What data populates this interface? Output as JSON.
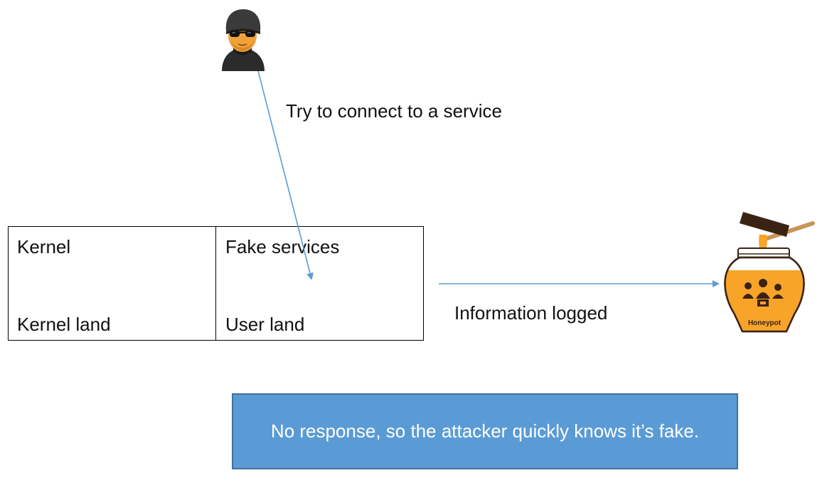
{
  "diagram": {
    "attack_label": "Try to connect to a service",
    "kernel_box": {
      "title": "Kernel",
      "subtitle": "Kernel land"
    },
    "user_box": {
      "title": "Fake services",
      "subtitle": "User land"
    },
    "log_label": "Information logged",
    "honeypot_label": "Honeypot",
    "callout_text": "No response, so the attacker quickly knows it’s fake.",
    "colors": {
      "arrow": "#5b9bd5",
      "callout_fill": "#5b9bd5",
      "callout_border": "#41719c",
      "honey": "#f7a429"
    },
    "icons": [
      "hacker-icon",
      "honeypot-icon"
    ]
  }
}
